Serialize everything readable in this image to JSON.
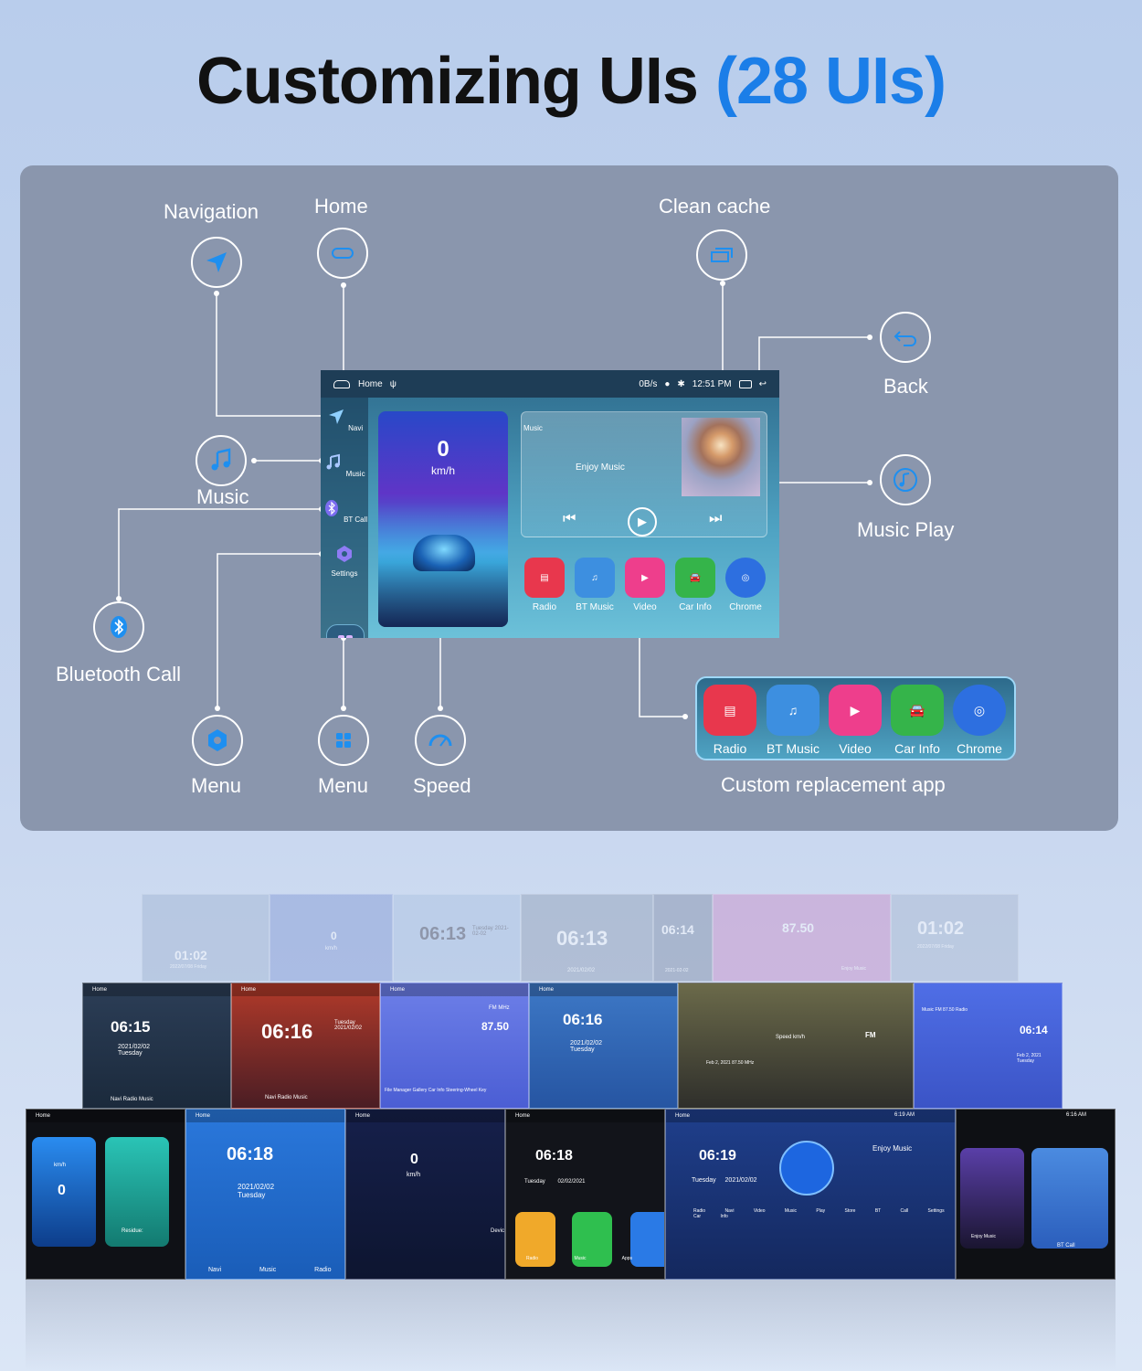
{
  "headline": {
    "main": "Customizing UIs",
    "accent": "(28 UIs)"
  },
  "callouts": {
    "navigation": "Navigation",
    "home": "Home",
    "clean_cache": "Clean cache",
    "back": "Back",
    "music": "Music",
    "music_play": "Music Play",
    "bluetooth_call": "Bluetooth Call",
    "menu_left": "Menu",
    "menu_center": "Menu",
    "speed": "Speed",
    "custom_replacement": "Custom replacement app"
  },
  "screen": {
    "status": {
      "home": "Home",
      "usb": "ψ",
      "speed": "0B/s",
      "time": "12:51 PM"
    },
    "sidebar": [
      {
        "label": "Navi",
        "icon": "navigation-arrow-icon"
      },
      {
        "label": "Music",
        "icon": "music-note-icon"
      },
      {
        "label": "BT Call",
        "icon": "bluetooth-icon"
      },
      {
        "label": "Settings",
        "icon": "settings-hexagon-icon"
      }
    ],
    "speed_card": {
      "value": "0",
      "unit": "km/h"
    },
    "music_card": {
      "title": "Music",
      "song": "Enjoy Music"
    },
    "apps": [
      {
        "label": "Radio",
        "color": "#e8374d"
      },
      {
        "label": "BT Music",
        "color": "#3d8fe0"
      },
      {
        "label": "Video",
        "color": "#ee3e8c"
      },
      {
        "label": "Car Info",
        "color": "#35b44a"
      },
      {
        "label": "Chrome",
        "color": "#2d6fe0"
      }
    ]
  },
  "custom_apps": [
    {
      "label": "Radio",
      "color": "#e8374d"
    },
    {
      "label": "BT Music",
      "color": "#3d8fe0"
    },
    {
      "label": "Video",
      "color": "#ee3e8c"
    },
    {
      "label": "Car Info",
      "color": "#35b44a"
    },
    {
      "label": "Chrome",
      "color": "#2d6fe0"
    }
  ],
  "gallery": {
    "row1": [
      {
        "clock": "01:02",
        "sub": "2022/07/08 Friday"
      },
      {
        "clock": "0",
        "sub": "km/h"
      },
      {
        "clock": "06:13",
        "sub": "Tuesday 2021-02-02"
      },
      {
        "clock": "06:13",
        "sub": "2021/02/02"
      },
      {
        "clock": "06:14",
        "sub": "2021-02-02"
      },
      {
        "clock": "87.50",
        "sub": "Enjoy Music"
      },
      {
        "clock": "01:02",
        "sub": "2022/07/08 Friday"
      }
    ],
    "row2": [
      {
        "clock": "06:15",
        "sub": "2021/02/02 Tuesday",
        "apps": "Navi Radio Music"
      },
      {
        "clock": "06:16",
        "sub": "Tuesday 2021/02/02",
        "apps": "Navi Radio Music"
      },
      {
        "clock": "87.50",
        "sub": "FM MHz",
        "apps": "File Manager Gallery Car Info Steering-Wheel Key"
      },
      {
        "clock": "06:16",
        "sub": "2021/02/02 Tuesday",
        "apps": ""
      },
      {
        "clock": "FM",
        "sub": "Feb 2, 2021 87.50 MHz",
        "apps": "Speed km/h"
      },
      {
        "clock": "06:14",
        "sub": "Feb 2, 2021 Tuesday",
        "apps": "Music FM 87.50 Radio"
      }
    ],
    "row3": [
      {
        "clock": "0",
        "sub": "km/h",
        "apps": "Residue:"
      },
      {
        "clock": "06:18",
        "sub": "2021/02/02 Tuesday",
        "apps": "Navi Music Radio"
      },
      {
        "clock": "0",
        "sub": "km/h",
        "apps": "Devic"
      },
      {
        "clock": "06:18",
        "sub": "Tuesday 02/02/2021",
        "apps": "Radio Music Apps"
      },
      {
        "clock": "06:19",
        "sub": "Tuesday 2021/02/02",
        "apps": "Enjoy Music",
        "labels": "Radio Navi Video Music Play Store BT Call Settings Car Info",
        "time": "6:19 AM"
      },
      {
        "clock": "",
        "sub": "Enjoy Music",
        "apps": "BT Call",
        "time": "6:16 AM"
      }
    ]
  }
}
